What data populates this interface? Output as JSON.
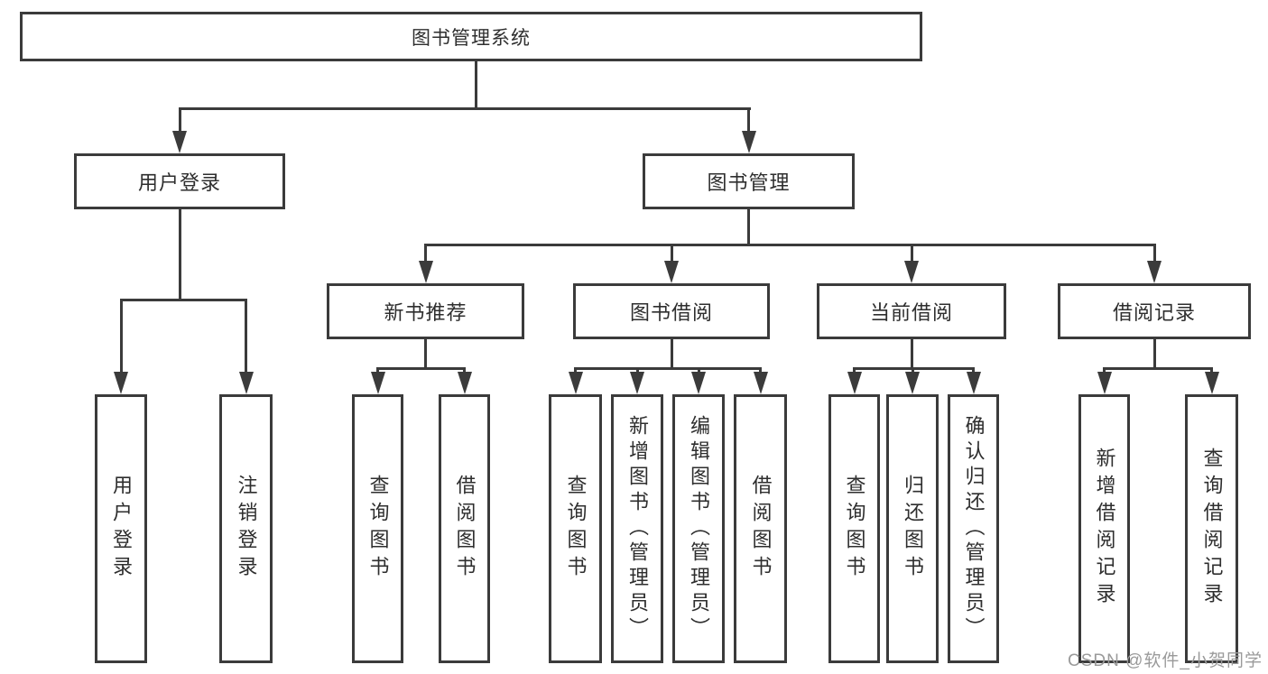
{
  "tree": {
    "root": {
      "label": "图书管理系统"
    },
    "branches": [
      {
        "label": "用户登录",
        "children": [
          {
            "label": "用户登录"
          },
          {
            "label": "注销登录"
          }
        ]
      },
      {
        "label": "图书管理",
        "children": [
          {
            "label": "新书推荐",
            "children": [
              {
                "label": "查询图书"
              },
              {
                "label": "借阅图书"
              }
            ]
          },
          {
            "label": "图书借阅",
            "children": [
              {
                "label": "查询图书"
              },
              {
                "label": "新增图书（管理员）"
              },
              {
                "label": "编辑图书（管理员）"
              },
              {
                "label": "借阅图书"
              }
            ]
          },
          {
            "label": "当前借阅",
            "children": [
              {
                "label": "查询图书"
              },
              {
                "label": "归还图书"
              },
              {
                "label": "确认归还（管理员）"
              }
            ]
          },
          {
            "label": "借阅记录",
            "children": [
              {
                "label": "新增借阅记录"
              },
              {
                "label": "查询借阅记录"
              }
            ]
          }
        ]
      }
    ]
  },
  "watermark": {
    "text": "CSDN @软件_小贺同学"
  },
  "colors": {
    "line": "#3b3b3b",
    "text": "#2e2e2e",
    "bg": "#ffffff",
    "box_bg": "#ffffff",
    "watermark": "#9a9a9a"
  }
}
